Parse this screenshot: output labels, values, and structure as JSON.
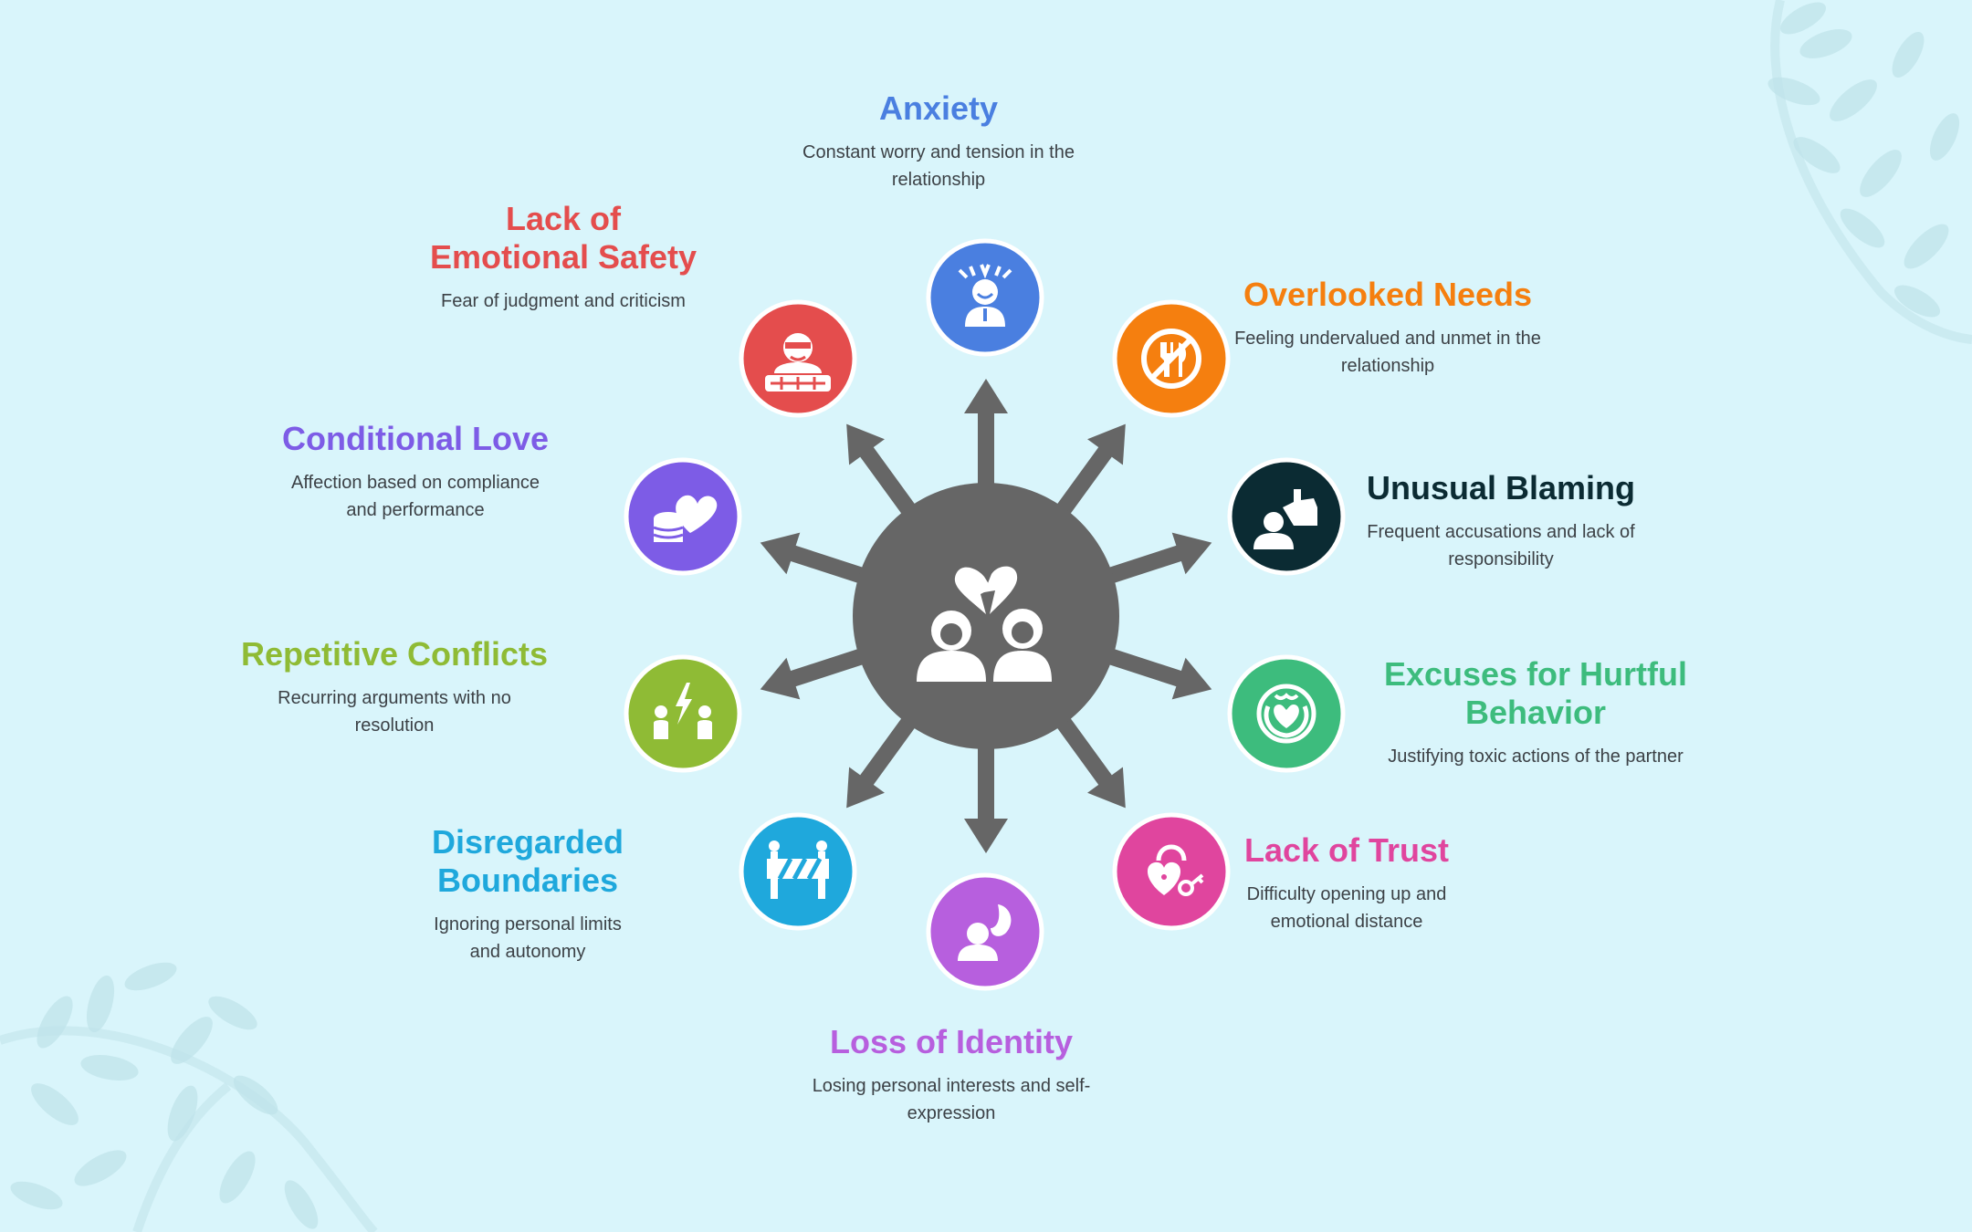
{
  "center": {
    "icon": "broken-heart-couple-icon",
    "color": "#666666"
  },
  "items": [
    {
      "title": "Anxiety",
      "description": "Constant worry and tension in the relationship",
      "color": "#4a7fe0",
      "icon": "stressed-person-icon"
    },
    {
      "title": "Overlooked Needs",
      "description": "Feeling undervalued and unmet in the relationship",
      "color": "#f57f0f",
      "icon": "no-food-icon"
    },
    {
      "title": "Unusual Blaming",
      "description": "Frequent accusations and lack of responsibility",
      "color": "#0b2b33",
      "icon": "pointing-person-icon"
    },
    {
      "title": "Excuses for Hurtful Behavior",
      "description": "Justifying toxic actions of the partner",
      "color": "#3dbc7d",
      "icon": "hands-heart-icon"
    },
    {
      "title": "Lack of Trust",
      "description": "Difficulty opening up and emotional distance",
      "color": "#e0459e",
      "icon": "heart-lock-key-icon"
    },
    {
      "title": "Loss of Identity",
      "description": "Losing personal interests and self-expression",
      "color": "#b75fde",
      "icon": "person-thought-icon"
    },
    {
      "title": "Disregarded Boundaries",
      "description": "Ignoring personal limits and autonomy",
      "color": "#1fa8dc",
      "icon": "barrier-icon"
    },
    {
      "title": "Repetitive Conflicts",
      "description": "Recurring arguments with no resolution",
      "color": "#8fbb35",
      "icon": "conflict-people-icon"
    },
    {
      "title": "Conditional Love",
      "description": "Affection based on compliance and performance",
      "color": "#7d5ce6",
      "icon": "heart-coins-icon"
    },
    {
      "title": "Lack of Emotional Safety",
      "description": "Fear of judgment and criticism",
      "color": "#e44d4d",
      "icon": "masked-person-icon"
    }
  ]
}
